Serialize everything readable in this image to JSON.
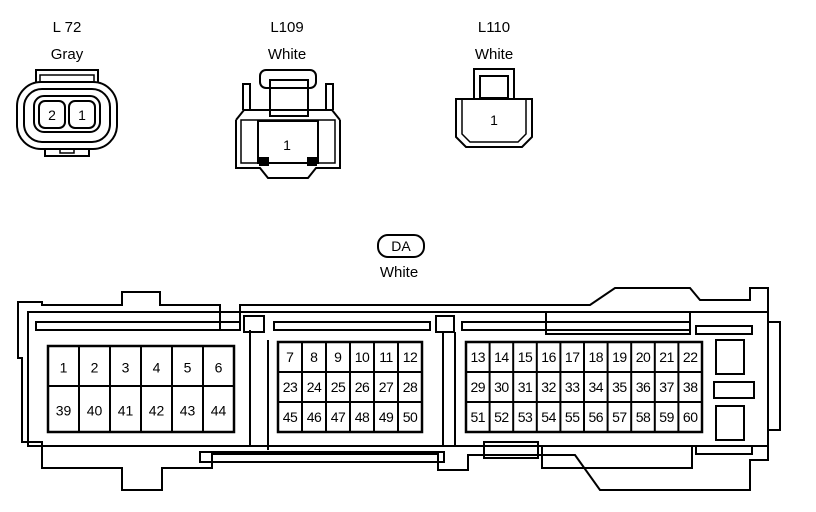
{
  "connectors": {
    "l72": {
      "code": "L 72",
      "color": "Gray",
      "pins": [
        "2",
        "1"
      ]
    },
    "l109": {
      "code": "L109",
      "color": "White",
      "pins": [
        "1"
      ]
    },
    "l110": {
      "code": "L110",
      "color": "White",
      "pins": [
        "1"
      ]
    },
    "da": {
      "code": "DA",
      "color": "White",
      "block_a": [
        [
          "1",
          "2",
          "3",
          "4",
          "5",
          "6"
        ],
        [
          "39",
          "40",
          "41",
          "42",
          "43",
          "44"
        ]
      ],
      "block_b": [
        [
          "7",
          "8",
          "9",
          "10",
          "11",
          "12"
        ],
        [
          "23",
          "24",
          "25",
          "26",
          "27",
          "28"
        ],
        [
          "45",
          "46",
          "47",
          "48",
          "49",
          "50"
        ]
      ],
      "block_c": [
        [
          "13",
          "14",
          "15",
          "16",
          "17",
          "18",
          "19",
          "20",
          "21",
          "22"
        ],
        [
          "29",
          "30",
          "31",
          "32",
          "33",
          "34",
          "35",
          "36",
          "37",
          "38"
        ],
        [
          "51",
          "52",
          "53",
          "54",
          "55",
          "56",
          "57",
          "58",
          "59",
          "60"
        ]
      ]
    }
  }
}
